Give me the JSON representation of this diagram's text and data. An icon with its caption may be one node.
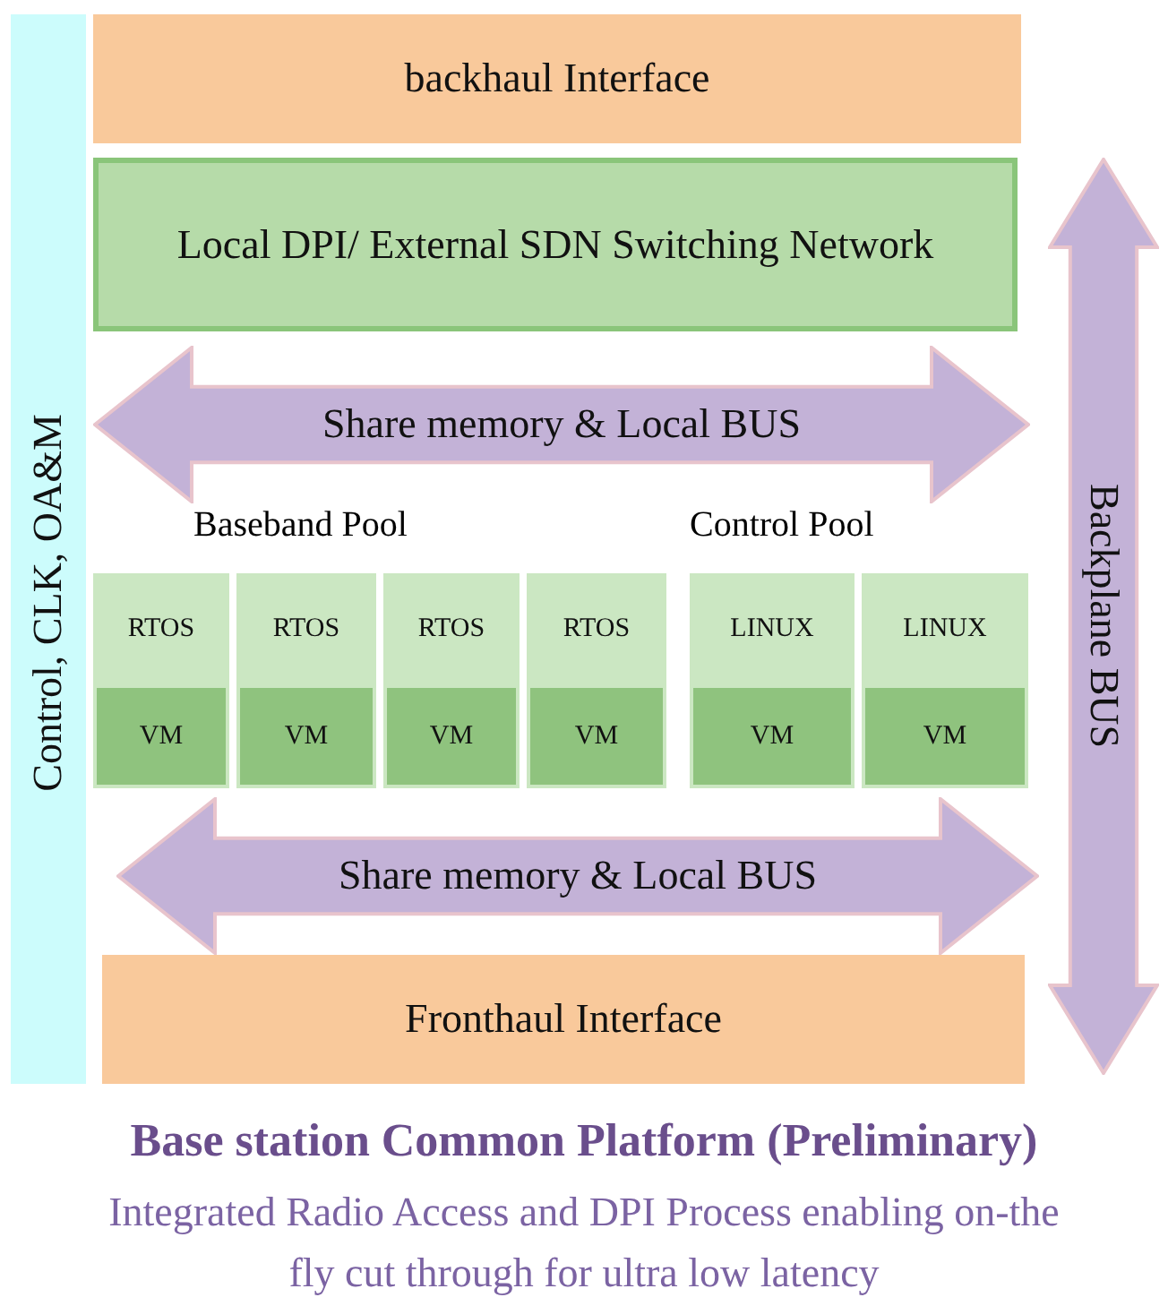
{
  "diagram": {
    "title": "Base station Common Platform (Preliminary)",
    "caption": "Integrated Radio Access and DPI Process enabling on-the fly cut through for ultra low latency",
    "nodes": [
      {
        "text": [
          "Control, CLK, OA&M"
        ]
      },
      {
        "text": [
          "backhaul Interface"
        ]
      },
      {
        "text": [
          "Local DPI/ External SDN Switching Network"
        ]
      },
      {
        "text": [
          "Share memory & Local BUS"
        ]
      },
      {
        "text": [
          "Backplane BUS"
        ]
      },
      {
        "text": [
          "RTOS"
        ]
      },
      {
        "text": [
          "VM"
        ],
        "in": 5
      },
      {
        "text": [
          "RTOS"
        ]
      },
      {
        "text": [
          "VM"
        ],
        "in": 7
      },
      {
        "text": [
          "RTOS"
        ]
      },
      {
        "text": [
          "VM"
        ],
        "in": 9
      },
      {
        "text": [
          "RTOS"
        ]
      },
      {
        "text": [
          "VM"
        ],
        "in": 11
      },
      {
        "text": [
          "LINUX"
        ]
      },
      {
        "text": [
          "VM"
        ],
        "in": 13
      },
      {
        "text": [
          "LINUX"
        ]
      },
      {
        "text": [
          "VM"
        ],
        "in": 15
      },
      {
        "text": [
          "Share memory & Local BUS"
        ]
      },
      {
        "text": [
          "Fronthaul Interface"
        ]
      }
    ],
    "edges": [],
    "labels": [
      "Baseband Pool",
      "Control Pool"
    ]
  }
}
